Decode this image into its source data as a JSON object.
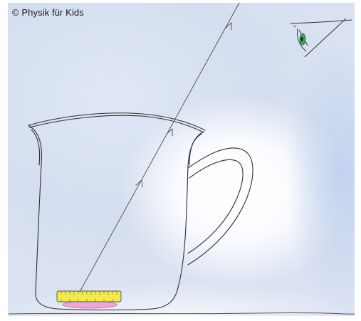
{
  "copyright": {
    "text": "© Physik für Kids"
  },
  "colors": {
    "background_blue": "#d4deef",
    "pencil": "#3a3a3a",
    "coin_yellow": "#f3ea4a",
    "coin_pink": "#f2a6d6",
    "eye_green": "#3aa85a"
  },
  "icons": {
    "observer": "eye-icon",
    "object": "coin",
    "container": "cup"
  }
}
